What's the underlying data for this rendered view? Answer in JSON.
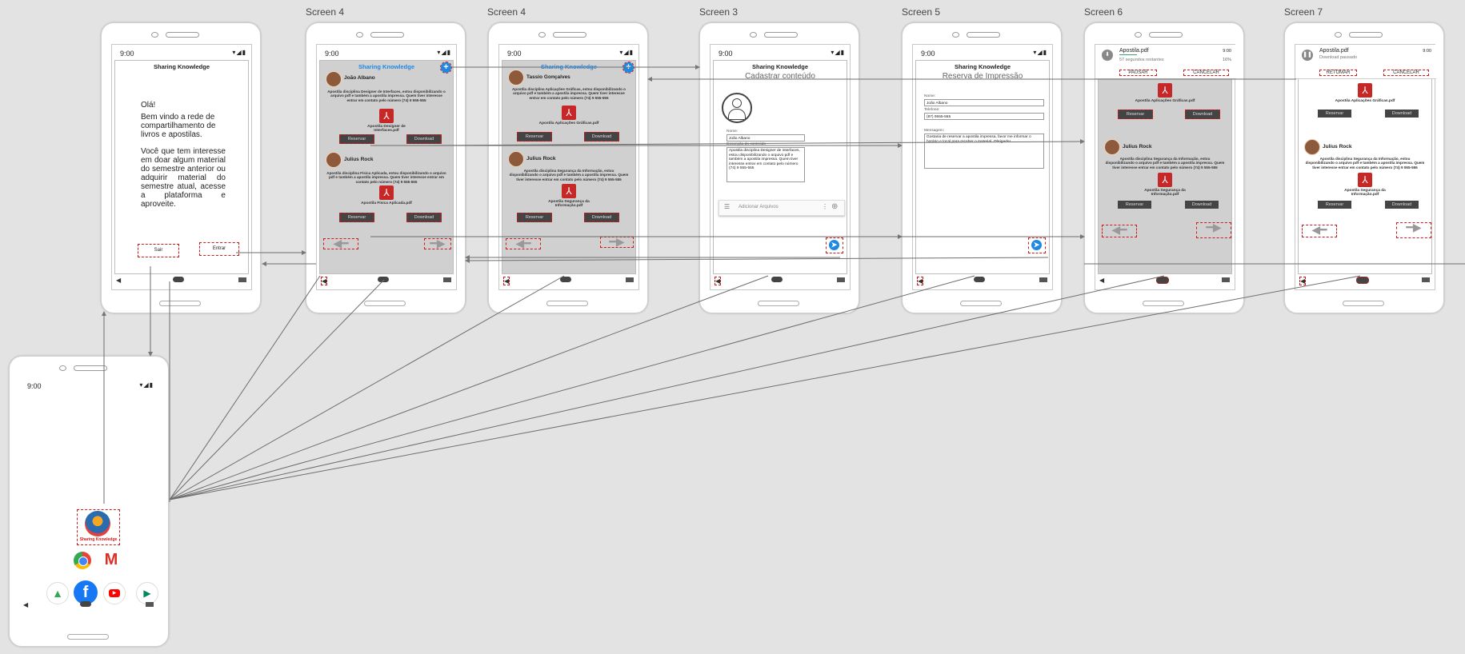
{
  "labels": {
    "screen4a": "Screen 4",
    "screen4b": "Screen 4",
    "screen3": "Screen 3",
    "screen5": "Screen 5",
    "screen6": "Screen 6",
    "screen7": "Screen 7"
  },
  "status": {
    "time": "9:00",
    "icons": "▾◢▮"
  },
  "welcome": {
    "title": "Sharing Knowledge",
    "greeting": "Olá!",
    "p1": "Bem vindo a rede de compartilhamento de livros e apostilas.",
    "p2": "Você que tem interesse em doar algum material do semestre anterior ou adquirir material do semestre atual, acesse a plataforma e aproveite.",
    "btn_exit": "Sair",
    "btn_enter": "Entrar"
  },
  "home": {
    "app_label": "Sharing Knowledge"
  },
  "feed_a": {
    "title": "Sharing Knowledge",
    "user1": "João Albano",
    "desc1": "Apostila disciplina Designer de Interfaces, estou disponibilizando o arquivo pdf e também a apostila impressa. Quem tiver interesse entrar em contato pelo número (74) 9 555-555",
    "file1": "Apostila Designer de Interfaces.pdf",
    "user2": "Julius Rock",
    "desc2": "Apostila disciplina Física Aplicada, estou disponibilizando o arquivo pdf e também a apostila impressa. Quem tiver interesse entrar em contato pelo número (74) 9 555-555",
    "file2": "Apostila Física Aplicada.pdf"
  },
  "feed_b": {
    "title": "Sharing Knowledge",
    "user1": "Tassio Gonçalves",
    "desc1": "Apostila disciplina Aplicações Gráficas, estou disponibilizando o arquivo pdf e também a apostila impressa. Quem tiver interesse entrar em contato pelo número (74) 9 555-555",
    "file1": "Apostila Aplicações Gráficas.pdf",
    "user2": "Julius Rock",
    "desc2": "Apostila disciplina Segurança da Informação, estou disponibilizando o arquivo pdf e também a apostila impressa. Quem tiver interesse entrar em contato pelo número (74) 9 555-555",
    "file2": "Apostila Segurança da Informação.pdf"
  },
  "buttons": {
    "reserve": "Reservar",
    "download": "Download"
  },
  "upload": {
    "title": "Sharing Knowledge",
    "heading": "Cadastrar conteúdo",
    "name_label": "Nome:",
    "name_value": "João Albano",
    "desc_label": "Descrição do conteúdo",
    "desc_value": "Apostila disciplina Designer de interfaces, estou disponibilizando o arquivo pdf e também a apostila impressa. Quem tiver interesse entrar em contato pelo número (74) 9 555-555",
    "attach": "Adicionar Arquivos"
  },
  "reserve": {
    "title": "Sharing Knowledge",
    "heading": "Reserva de Impressão",
    "name_label": "Nome:",
    "name_value": "João Albano",
    "phone_label": "Telefone:",
    "phone_value": "(87) 9555-555",
    "msg_label": "Mensagem:",
    "msg_value": "Gostaria de reservar a apostila impressa, favor me informar o horário e local para receber o material. Obrigado!"
  },
  "notif6": {
    "file": "Apostila.pdf",
    "time": "9:00",
    "sub": "57 segundos restantes",
    "pct": "16%",
    "pause": "PAUSAR",
    "cancel": "CANCELAR",
    "progress": 0.16
  },
  "notif7": {
    "file": "Apostila.pdf",
    "time": "9:00",
    "sub": "Download pausado",
    "resume": "RETOMAR",
    "cancel": "CANCELAR"
  },
  "colors": {
    "accent": "#1e88e5",
    "pdf": "#c62828",
    "annotation": "#d01818"
  }
}
